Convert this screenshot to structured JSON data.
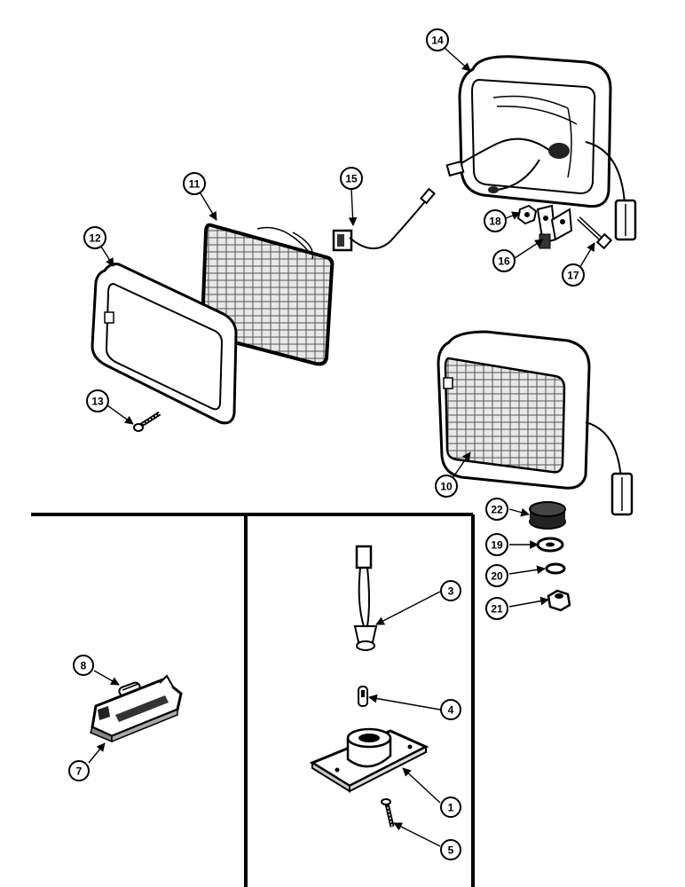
{
  "diagram": {
    "callouts": {
      "c1": "1",
      "c3": "3",
      "c4": "4",
      "c5": "5",
      "c7": "7",
      "c8": "8",
      "c10": "10",
      "c11": "11",
      "c12": "12",
      "c13": "13",
      "c14": "14",
      "c15": "15",
      "c16": "16",
      "c17": "17",
      "c18": "18",
      "c19": "19",
      "c20": "20",
      "c21": "21",
      "c22": "22"
    },
    "colors": {
      "ink": "#000000",
      "paper": "#ffffff"
    }
  }
}
